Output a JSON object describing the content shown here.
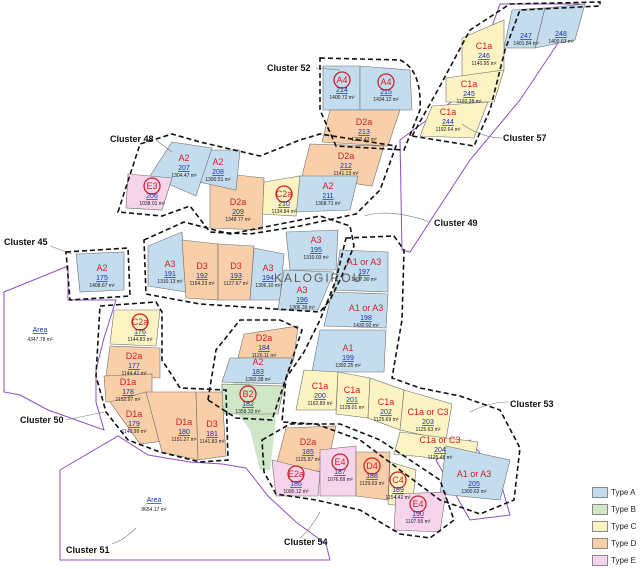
{
  "colors": {
    "A": "#c3dcee",
    "B": "#cfe7c6",
    "C": "#fbf3c2",
    "D": "#f8cfa8",
    "E": "#f6d4ec",
    "boundary": "#8e4fc0",
    "cluster_line": "#111111"
  },
  "legend": [
    {
      "key": "A",
      "label": "Type A"
    },
    {
      "key": "B",
      "label": "Type B"
    },
    {
      "key": "C",
      "label": "Type C"
    },
    {
      "key": "D",
      "label": "Type D"
    },
    {
      "key": "E",
      "label": "Type E"
    }
  ],
  "watermark": "KALOGIROU",
  "common_areas": [
    {
      "title": "Area",
      "value": "4347.78 m²"
    },
    {
      "title": "Area",
      "value": "8654.17 m²"
    }
  ],
  "clusters": [
    "Cluster 52",
    "Cluster 57",
    "Cluster 48",
    "Cluster 49",
    "Cluster 45",
    "Cluster 50",
    "Cluster 53",
    "Cluster 51",
    "Cluster 54"
  ],
  "lots": [
    {
      "type": "",
      "num": "247",
      "area": "1401.84 m²",
      "t": "A"
    },
    {
      "type": "",
      "num": "248",
      "area": "1400.63 m²",
      "t": "A"
    },
    {
      "type": "C1a",
      "num": "246",
      "area": "1140.95 m²",
      "t": "C"
    },
    {
      "type": "C1a",
      "num": "245",
      "area": "1192.38 m²",
      "t": "C"
    },
    {
      "type": "C1a",
      "num": "244",
      "area": "1192.64 m²",
      "t": "C"
    },
    {
      "type": "A4",
      "num": "214",
      "area": "1400.72 m²",
      "t": "A",
      "circle": true
    },
    {
      "type": "A4",
      "num": "215",
      "area": "1434.12 m²",
      "t": "A",
      "circle": true
    },
    {
      "type": "D2a",
      "num": "213",
      "area": "1203.43 m²",
      "t": "D"
    },
    {
      "type": "D2a",
      "num": "212",
      "area": "1141.13 m²",
      "t": "D"
    },
    {
      "type": "A2",
      "num": "211",
      "area": "1368.71 m²",
      "t": "A"
    },
    {
      "type": "C2a",
      "num": "210",
      "area": "1134.84 m²",
      "t": "C",
      "circle": true
    },
    {
      "type": "D2a",
      "num": "209",
      "area": "1348.77 m²",
      "t": "D"
    },
    {
      "type": "A2",
      "num": "208",
      "area": "1390.51 m²",
      "t": "A"
    },
    {
      "type": "A2",
      "num": "207",
      "area": "1304.47 m²",
      "t": "A"
    },
    {
      "type": "E3",
      "num": "206",
      "area": "1038.01 m²",
      "t": "E",
      "circle": true
    },
    {
      "type": "A2",
      "num": "175",
      "area": "1408.67 m²",
      "t": "A"
    },
    {
      "type": "A3",
      "num": "191",
      "area": "1310.13 m²",
      "t": "A"
    },
    {
      "type": "D3",
      "num": "192",
      "area": "1154.23 m²",
      "t": "D"
    },
    {
      "type": "D3",
      "num": "193",
      "area": "1127.67 m²",
      "t": "D"
    },
    {
      "type": "A3",
      "num": "194",
      "area": "1306.10 m²",
      "t": "A"
    },
    {
      "type": "A3",
      "num": "195",
      "area": "1310.03 m²",
      "t": "A"
    },
    {
      "type": "A3",
      "num": "196",
      "area": "1306.39 m²",
      "t": "A"
    },
    {
      "type": "A1 or A3",
      "num": "197",
      "area": "1437.90 m²",
      "t": "A"
    },
    {
      "type": "A1 or A3",
      "num": "198",
      "area": "1430.92 m²",
      "t": "A"
    },
    {
      "type": "A1",
      "num": "199",
      "area": "1392.25 m²",
      "t": "A"
    },
    {
      "type": "C1a",
      "num": "200",
      "area": "1162.89 m²",
      "t": "C"
    },
    {
      "type": "C1a",
      "num": "201",
      "area": "1128.01 m²",
      "t": "C"
    },
    {
      "type": "C1a",
      "num": "202",
      "area": "1125.69 m²",
      "t": "C"
    },
    {
      "type": "C1a or C3",
      "num": "203",
      "area": "1125.63 m²",
      "t": "C"
    },
    {
      "type": "C1a or C3",
      "num": "204",
      "area": "1125.48 m²",
      "t": "C"
    },
    {
      "type": "A1 or A3",
      "num": "205",
      "area": "1300.62 m²",
      "t": "A"
    },
    {
      "type": "D2a",
      "num": "184",
      "area": "1126.11 m²",
      "t": "D"
    },
    {
      "type": "A2",
      "num": "183",
      "area": "1360.38 m²",
      "t": "A"
    },
    {
      "type": "B2",
      "num": "182",
      "area": "1358.33 m²",
      "t": "B",
      "circle": true
    },
    {
      "type": "C2a",
      "num": "176",
      "area": "1144.83 m²",
      "t": "C",
      "circle": true
    },
    {
      "type": "D2a",
      "num": "177",
      "area": "1144.41 m²",
      "t": "D"
    },
    {
      "type": "D1a",
      "num": "178",
      "area": "1152.97 m²",
      "t": "D"
    },
    {
      "type": "D1a",
      "num": "179",
      "area": "1140.99 m²",
      "t": "D"
    },
    {
      "type": "D1a",
      "num": "180",
      "area": "1151.27 m²",
      "t": "D"
    },
    {
      "type": "D3",
      "num": "181",
      "area": "1141.83 m²",
      "t": "D"
    },
    {
      "type": "D2a",
      "num": "185",
      "area": "1125.97 m²",
      "t": "D"
    },
    {
      "type": "E2a",
      "num": "186",
      "area": "1090.12 m²",
      "t": "E",
      "circle": true
    },
    {
      "type": "E4",
      "num": "187",
      "area": "1076.69 m²",
      "t": "E",
      "circle": true
    },
    {
      "type": "D4",
      "num": "188",
      "area": "1129.03 m²",
      "t": "D",
      "circle": true
    },
    {
      "type": "C4",
      "num": "189",
      "area": "1154.42 m²",
      "t": "C",
      "circle": true
    },
    {
      "type": "E4",
      "num": "190",
      "area": "1107.55 m²",
      "t": "E",
      "circle": true
    }
  ]
}
